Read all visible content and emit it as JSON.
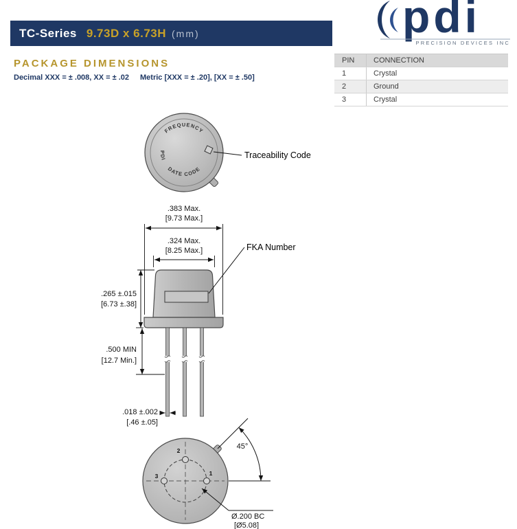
{
  "header": {
    "series": "TC-Series",
    "dimensions": "9.73D x 6.73H",
    "units": "(mm)"
  },
  "logo": {
    "wordmark": "pdi",
    "tagline": "PRECISION DEVICES INC"
  },
  "section": {
    "title": "PACKAGE DIMENSIONS",
    "tolerance_decimal": "Decimal XXX = ± .008, XX = ± .02",
    "tolerance_metric": "Metric [XXX = ± .20], [XX = ± .50]"
  },
  "pin_table": {
    "col_pin": "PIN",
    "col_connection": "CONNECTION",
    "rows": [
      {
        "pin": "1",
        "connection": "Crystal"
      },
      {
        "pin": "2",
        "connection": "Ground"
      },
      {
        "pin": "3",
        "connection": "Crystal"
      }
    ]
  },
  "top_view": {
    "marking_frequency": "FREQUENCY",
    "marking_pdi": "PDI",
    "marking_date_code": "DATE CODE",
    "traceability_label": "Traceability Code"
  },
  "side_view": {
    "dia_outer_in": ".383 Max.",
    "dia_outer_mm": "[9.73 Max.]",
    "dia_inner_in": ".324 Max.",
    "dia_inner_mm": "[8.25 Max.]",
    "fka_label": "FKA Number",
    "height_in": ".265 ±.015",
    "height_mm": "[6.73 ±.38]",
    "lead_len_in": ".500 MIN",
    "lead_len_mm": "[12.7 Min.]",
    "lead_dia_in": ".018 ±.002",
    "lead_dia_mm": "[.46 ±.05]"
  },
  "bottom_view": {
    "pin1": "1",
    "pin2": "2",
    "pin3": "3",
    "angle": "45°",
    "bolt_circle_in": "Ø.200 BC",
    "bolt_circle_mm": "[Ø5.08]"
  },
  "colors": {
    "navy": "#1f3864",
    "gold": "#b6952d",
    "metal_gray": "#b9b9b9"
  }
}
